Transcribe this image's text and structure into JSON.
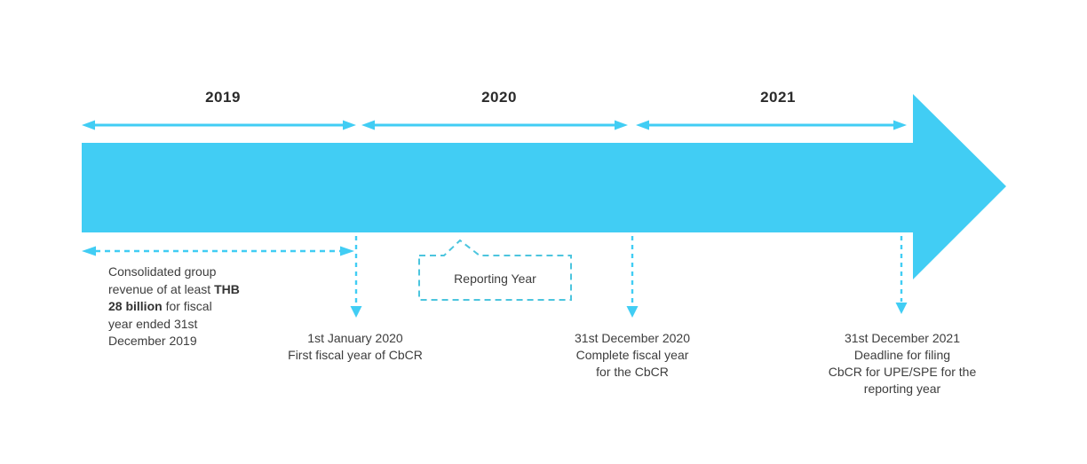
{
  "colors": {
    "arrow_cyan": "#41CDF4",
    "bubble_stroke": "#4CC5DE",
    "body_text": "#3d3d3d",
    "year_text": "#2b2b2b",
    "background": "#ffffff"
  },
  "timeline": {
    "years": [
      {
        "label": "2019"
      },
      {
        "label": "2020"
      },
      {
        "label": "2021"
      }
    ]
  },
  "note": {
    "part1": "Consolidated group\nrevenue of at least ",
    "bold": "THB\n28 billion",
    "part2": " for fiscal\nyear ended 31st\nDecember 2019"
  },
  "bubble": {
    "label": "Reporting Year"
  },
  "milestones": [
    {
      "text": "1st January 2020\nFirst fiscal year of CbCR"
    },
    {
      "text": "31st December 2020\nComplete fiscal year\nfor the CbCR"
    },
    {
      "text": "31st December 2021\nDeadline for filing\nCbCR for UPE/SPE for the\nreporting year"
    }
  ]
}
